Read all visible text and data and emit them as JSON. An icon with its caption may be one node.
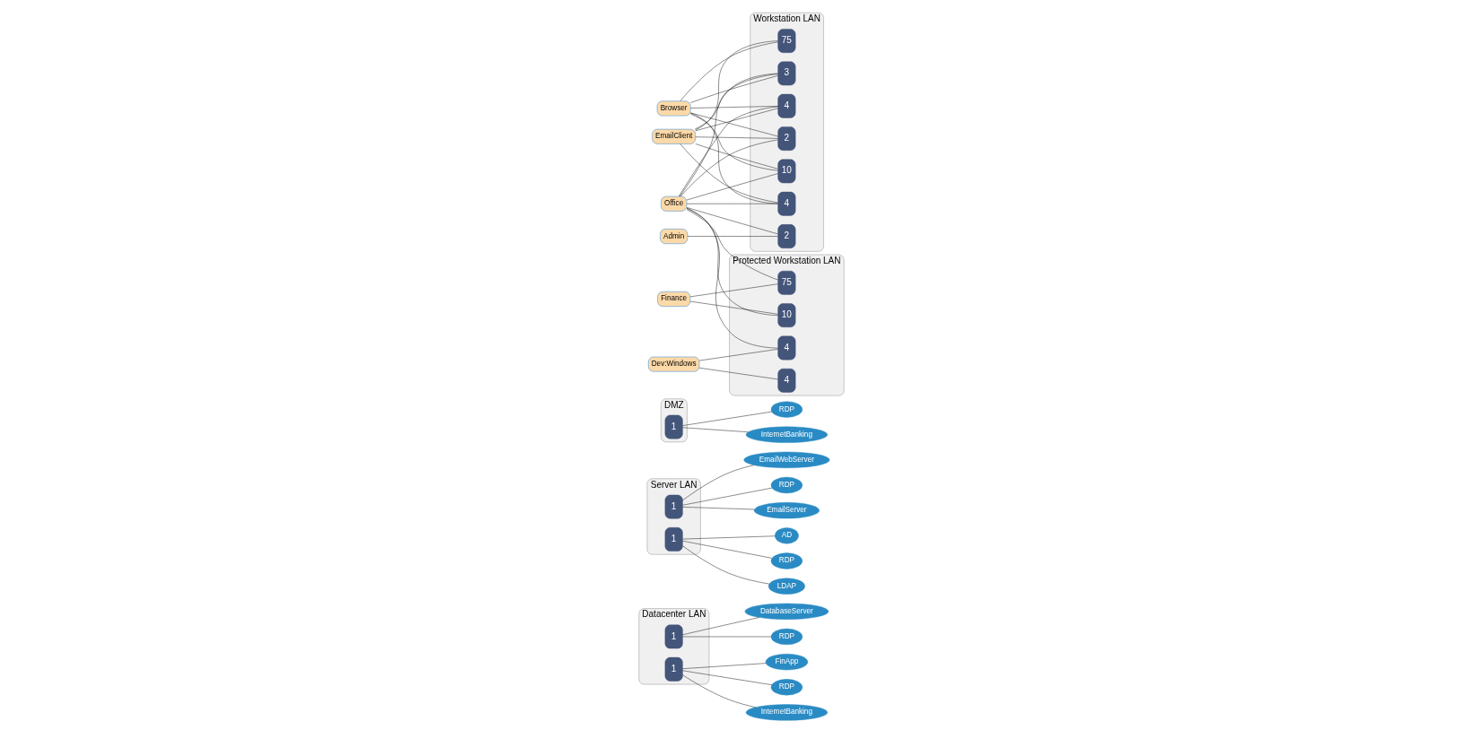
{
  "diagram": {
    "nodes": [
      {
        "text": [
          "Datacenter LAN"
        ]
      },
      {
        "text": [
          "1"
        ],
        "in": 0
      },
      {
        "text": [
          "1"
        ],
        "in": 0
      },
      {
        "text": [
          "DatabaseServer"
        ]
      },
      {
        "text": [
          "RDP"
        ]
      },
      {
        "text": [
          "FinApp"
        ]
      },
      {
        "text": [
          "RDP"
        ]
      },
      {
        "text": [
          "InternetBanking"
        ]
      },
      {
        "text": [
          "Server LAN"
        ]
      },
      {
        "text": [
          "1"
        ],
        "in": 8
      },
      {
        "text": [
          "1"
        ],
        "in": 8
      },
      {
        "text": [
          "EmailWebServer"
        ]
      },
      {
        "text": [
          "RDP"
        ]
      },
      {
        "text": [
          "EmailServer"
        ]
      },
      {
        "text": [
          "AD"
        ]
      },
      {
        "text": [
          "RDP"
        ]
      },
      {
        "text": [
          "LDAP"
        ]
      },
      {
        "text": [
          "DMZ"
        ]
      },
      {
        "text": [
          "1"
        ],
        "in": 17
      },
      {
        "text": [
          "RDP"
        ]
      },
      {
        "text": [
          "InternetBanking"
        ]
      },
      {
        "text": [
          "Workstation LAN"
        ]
      },
      {
        "text": [
          "10"
        ],
        "in": 21
      },
      {
        "text": [
          "75"
        ],
        "in": 21
      },
      {
        "text": [
          "3"
        ],
        "in": 21
      },
      {
        "text": [
          "4"
        ],
        "in": 21
      },
      {
        "text": [
          "2"
        ],
        "in": 21
      },
      {
        "text": [
          "4"
        ],
        "in": 21
      },
      {
        "text": [
          "2"
        ],
        "in": 21
      },
      {
        "text": [
          "Protected Workstation LAN"
        ]
      },
      {
        "text": [
          "4"
        ],
        "in": 29
      },
      {
        "text": [
          "4"
        ],
        "in": 29
      },
      {
        "text": [
          "75"
        ],
        "in": 29
      },
      {
        "text": [
          "10"
        ],
        "in": 29
      },
      {
        "text": [
          "Browser"
        ]
      },
      {
        "text": [
          "EmailClient"
        ]
      },
      {
        "text": [
          "Office"
        ]
      },
      {
        "text": [
          "Admin"
        ]
      },
      {
        "text": [
          "Dev:Windows"
        ]
      },
      {
        "text": [
          "Finance"
        ]
      }
    ],
    "edges": [
      {
        "from": 1,
        "to": 3,
        "arrow": "none"
      },
      {
        "from": 1,
        "to": 4,
        "arrow": "none"
      },
      {
        "from": 2,
        "to": 5,
        "arrow": "none"
      },
      {
        "from": 2,
        "to": 6,
        "arrow": "none"
      },
      {
        "from": 2,
        "to": 7,
        "arrow": "none"
      },
      {
        "from": 9,
        "to": 11,
        "arrow": "none"
      },
      {
        "from": 9,
        "to": 12,
        "arrow": "none"
      },
      {
        "from": 9,
        "to": 13,
        "arrow": "none"
      },
      {
        "from": 10,
        "to": 14,
        "arrow": "none"
      },
      {
        "from": 10,
        "to": 15,
        "arrow": "none"
      },
      {
        "from": 10,
        "to": 16,
        "arrow": "none"
      },
      {
        "from": 18,
        "to": 19,
        "arrow": "none"
      },
      {
        "from": 18,
        "to": 20,
        "arrow": "none"
      },
      {
        "from": 34,
        "to": 22,
        "arrow": "none"
      },
      {
        "from": 34,
        "to": 23,
        "arrow": "none"
      },
      {
        "from": 34,
        "to": 24,
        "arrow": "none"
      },
      {
        "from": 34,
        "to": 25,
        "arrow": "none"
      },
      {
        "from": 34,
        "to": 26,
        "arrow": "none"
      },
      {
        "from": 34,
        "to": 27,
        "arrow": "none"
      },
      {
        "from": 35,
        "to": 22,
        "arrow": "none"
      },
      {
        "from": 35,
        "to": 23,
        "arrow": "none"
      },
      {
        "from": 35,
        "to": 24,
        "arrow": "none"
      },
      {
        "from": 35,
        "to": 25,
        "arrow": "none"
      },
      {
        "from": 35,
        "to": 26,
        "arrow": "none"
      },
      {
        "from": 35,
        "to": 27,
        "arrow": "none"
      },
      {
        "from": 36,
        "to": 22,
        "arrow": "none"
      },
      {
        "from": 36,
        "to": 24,
        "arrow": "none"
      },
      {
        "from": 36,
        "to": 25,
        "arrow": "none"
      },
      {
        "from": 36,
        "to": 26,
        "arrow": "none"
      },
      {
        "from": 36,
        "to": 27,
        "arrow": "none"
      },
      {
        "from": 36,
        "to": 28,
        "arrow": "none"
      },
      {
        "from": 37,
        "to": 28,
        "arrow": "none"
      },
      {
        "from": 38,
        "to": 30,
        "arrow": "none"
      },
      {
        "from": 38,
        "to": 31,
        "arrow": "none"
      },
      {
        "from": 36,
        "to": 31,
        "arrow": "none"
      },
      {
        "from": 36,
        "to": 32,
        "arrow": "none"
      },
      {
        "from": 36,
        "to": 33,
        "arrow": "none"
      },
      {
        "from": 39,
        "to": 32,
        "arrow": "none"
      },
      {
        "from": 39,
        "to": 33,
        "arrow": "none"
      }
    ]
  }
}
